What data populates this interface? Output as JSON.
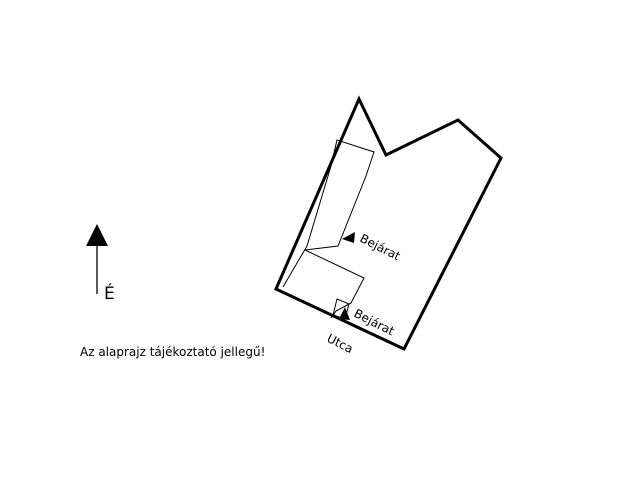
{
  "north_marker": {
    "label": "É"
  },
  "entrance_labels": [
    "Bejárat",
    "Bejárat"
  ],
  "street_label": "Utca",
  "disclaimer": "Az alaprajz tájékoztató jellegű!",
  "colors": {
    "ink": "#000000",
    "background": "#ffffff"
  }
}
